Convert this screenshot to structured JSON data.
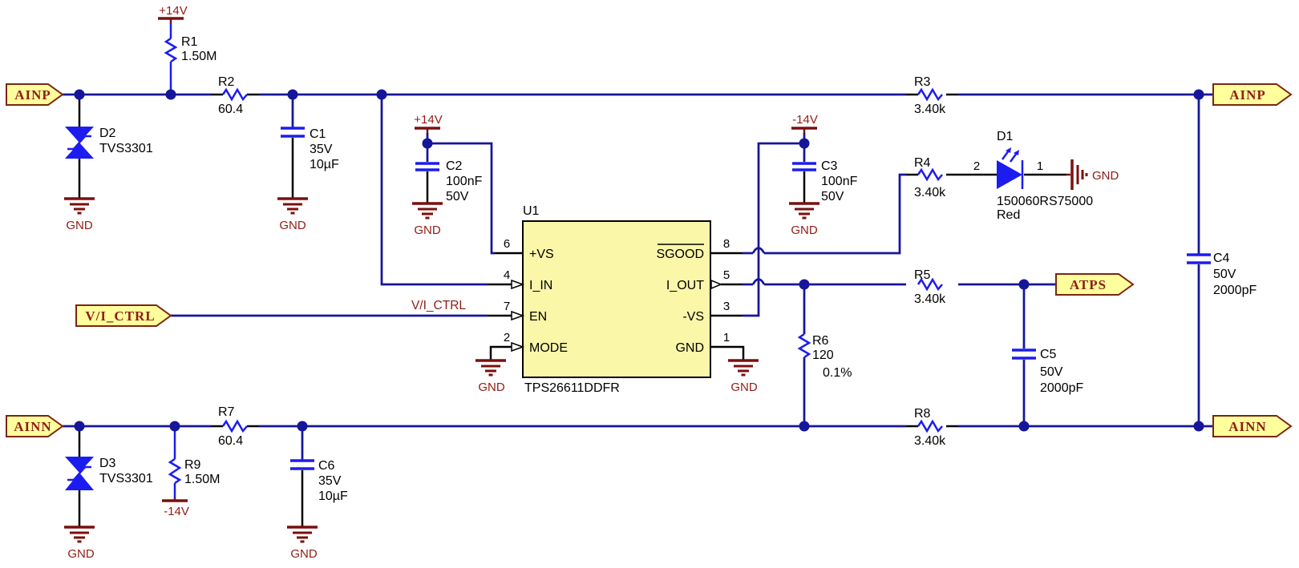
{
  "colors": {
    "wire": "#16169A",
    "component_blue": "#1C1CF0",
    "symbol_maroon": "#7A100E",
    "text_maroon": "#8F1D15",
    "port_fill": "#FFFF9C",
    "port_border": "#7B2610",
    "ic_fill": "#FBF7A9"
  },
  "gnd": "GND",
  "supplies": {
    "pos": "+14V",
    "neg": "-14V"
  },
  "ports": {
    "ainp_left": "AINP",
    "ainn_left": "AINN",
    "vi_ctrl": "V/I_CTRL",
    "ainp_right": "AINP",
    "ainn_right": "AINN",
    "atps": "ATPS"
  },
  "net_labels": {
    "vi_ctrl": "V/I_CTRL"
  },
  "ic": {
    "ref": "U1",
    "part": "TPS26611DDFR",
    "pins_left": [
      {
        "num": "6",
        "name": "+VS"
      },
      {
        "num": "4",
        "name": "I_IN"
      },
      {
        "num": "7",
        "name": "EN"
      },
      {
        "num": "2",
        "name": "MODE"
      }
    ],
    "pins_right": [
      {
        "num": "8",
        "name": "SGOOD"
      },
      {
        "num": "5",
        "name": "I_OUT"
      },
      {
        "num": "3",
        "name": "-VS"
      },
      {
        "num": "1",
        "name": "GND"
      }
    ]
  },
  "components": {
    "R1": {
      "ref": "R1",
      "value": "1.50M"
    },
    "R2": {
      "ref": "R2",
      "value": "60.4"
    },
    "R3": {
      "ref": "R3",
      "value": "3.40k"
    },
    "R4": {
      "ref": "R4",
      "value": "3.40k"
    },
    "R5": {
      "ref": "R5",
      "value": "3.40k"
    },
    "R6": {
      "ref": "R6",
      "value": "120",
      "tolerance": "0.1%"
    },
    "R7": {
      "ref": "R7",
      "value": "60.4"
    },
    "R8": {
      "ref": "R8",
      "value": "3.40k"
    },
    "R9": {
      "ref": "R9",
      "value": "1.50M"
    },
    "C1": {
      "ref": "C1",
      "voltage": "35V",
      "value": "10µF"
    },
    "C2": {
      "ref": "C2",
      "value": "100nF",
      "voltage": "50V"
    },
    "C3": {
      "ref": "C3",
      "value": "100nF",
      "voltage": "50V"
    },
    "C4": {
      "ref": "C4",
      "voltage": "50V",
      "value": "2000pF"
    },
    "C5": {
      "ref": "C5",
      "voltage": "50V",
      "value": "2000pF"
    },
    "C6": {
      "ref": "C6",
      "voltage": "35V",
      "value": "10µF"
    },
    "D1": {
      "ref": "D1",
      "part": "150060RS75000",
      "color_name": "Red",
      "pin_anode": "2",
      "pin_cathode": "1"
    },
    "D2": {
      "ref": "D2",
      "part": "TVS3301"
    },
    "D3": {
      "ref": "D3",
      "part": "TVS3301"
    }
  }
}
